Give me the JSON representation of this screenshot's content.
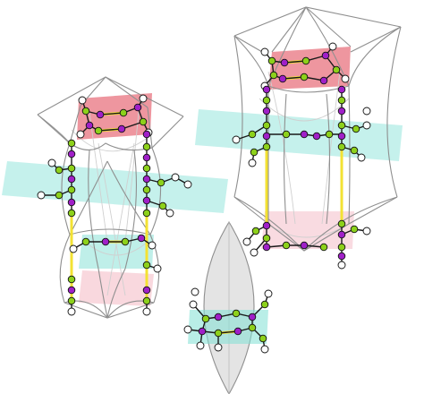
{
  "colors": {
    "background": "#ffffff",
    "frame_edge": "#8f8f8f",
    "frame_edge_faint": "#cfcfcf",
    "plane_cyan": "#7fe0d4",
    "plane_red": "#e8737f",
    "plane_pink": "#f4b8c3",
    "lens_fill": "#d9d9d9",
    "bond": "#1a1a1a",
    "bond_highlight": "#f3e233",
    "atom_purple": "#a020c8",
    "atom_green": "#8dd11b",
    "atom_white": "#ffffff",
    "atom_stroke": "#111111"
  },
  "figure": {
    "panels": [
      {
        "name": "left-cage",
        "planes": [
          "red-top",
          "cyan-middle",
          "cyan-lower",
          "pink-bottom"
        ]
      },
      {
        "name": "right-cage",
        "planes": [
          "red-top",
          "cyan-middle",
          "pink-bottom"
        ]
      },
      {
        "name": "lens-fragment",
        "planes": [
          "cyan-middle"
        ]
      }
    ]
  }
}
